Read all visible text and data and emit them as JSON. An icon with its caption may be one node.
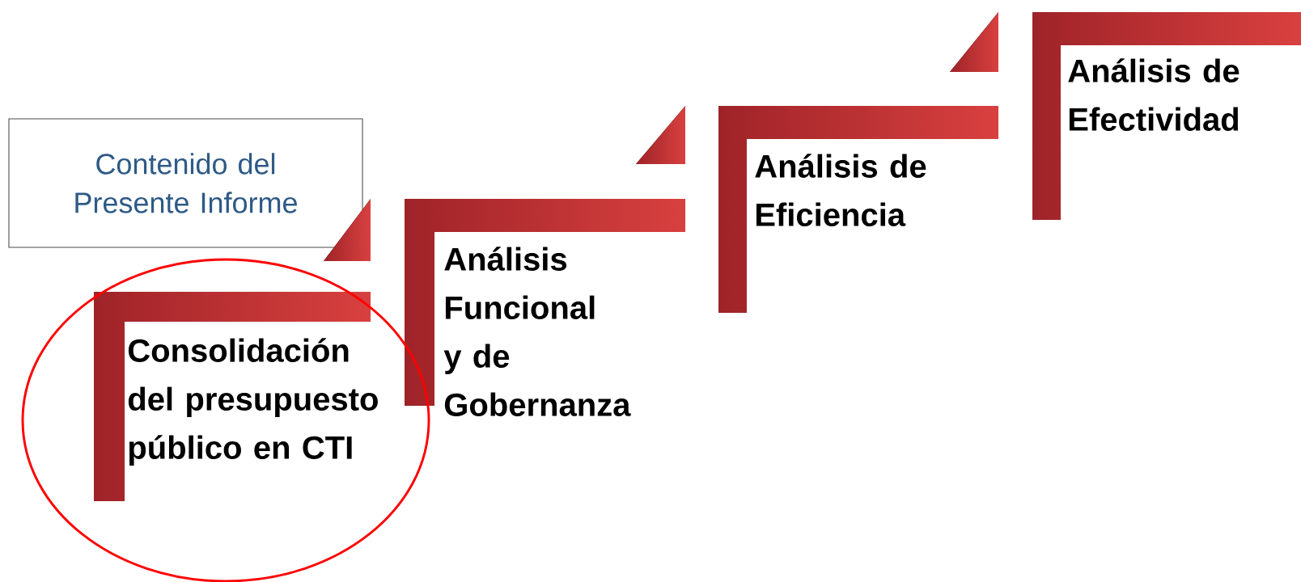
{
  "diagram": {
    "nodes": [
      {
        "text": [
          "Contenido del Presente Informe"
        ]
      },
      {
        "text": [
          "Consolidación del presupuesto público en CTI"
        ]
      },
      {
        "text": [
          "Análisis Funcional y de Gobernanza"
        ]
      },
      {
        "text": [
          "Análisis de Eficiencia"
        ]
      },
      {
        "text": [
          "Análisis de Efectividad"
        ]
      }
    ]
  }
}
